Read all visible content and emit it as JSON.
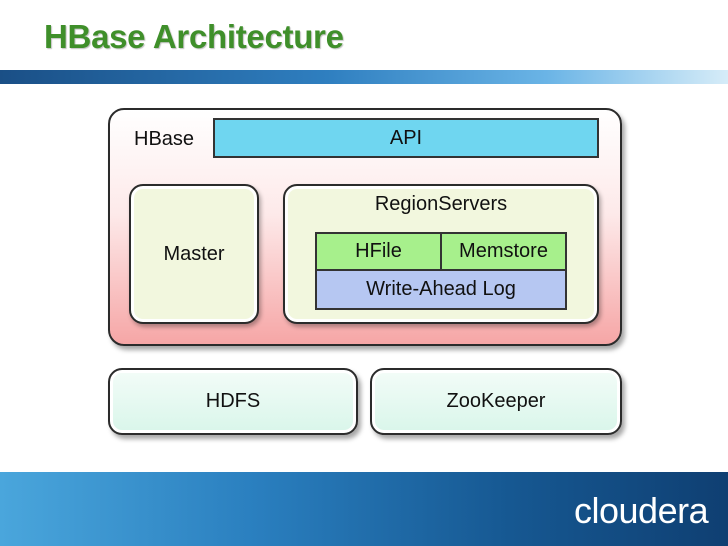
{
  "title": "HBase Architecture",
  "diagram": {
    "hbase_label": "HBase",
    "api_label": "API",
    "master_label": "Master",
    "regionservers_label": "RegionServers",
    "hfile_label": "HFile",
    "memstore_label": "Memstore",
    "wal_label": "Write-Ahead Log",
    "hdfs_label": "HDFS",
    "zookeeper_label": "ZooKeeper"
  },
  "footer": {
    "logo_text": "cloudera"
  }
}
